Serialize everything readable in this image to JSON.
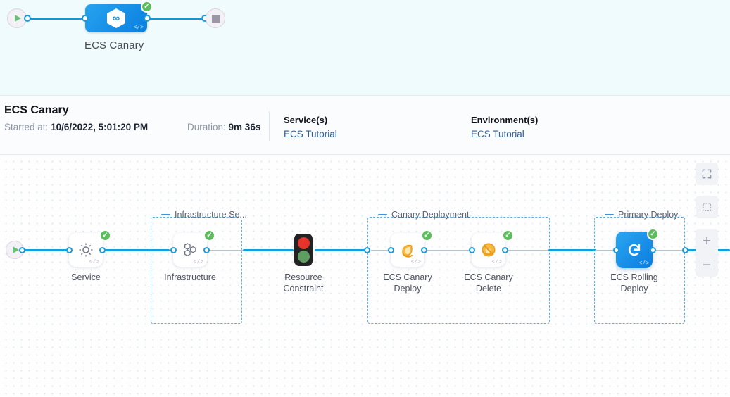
{
  "minimap": {
    "start_icon": "play-icon",
    "end_icon": "stop-icon",
    "node": {
      "label": "ECS Canary",
      "icon": "pipeline-hexagon-icon",
      "status_icon": "success-check-icon",
      "code_badge": "</>"
    }
  },
  "info": {
    "title": "ECS Canary",
    "started_label": "Started at",
    "started_value": "10/6/2022, 5:01:20 PM",
    "duration_label": "Duration",
    "duration_value": "9m 36s",
    "services_label": "Service(s)",
    "services_value": "ECS Tutorial",
    "environments_label": "Environment(s)",
    "environments_value": "ECS Tutorial"
  },
  "canvas": {
    "groups": [
      {
        "label": "Infrastructure Se...",
        "icon": "group-dash-icon"
      },
      {
        "label": "Canary Deployment",
        "icon": "group-dash-icon"
      },
      {
        "label": "Primary Deploy...",
        "icon": "group-dash-icon"
      }
    ],
    "nodes": [
      {
        "label": "Service",
        "icon": "gear-icon",
        "status": "success-check-icon",
        "code_badge": "</>"
      },
      {
        "label": "Infrastructure",
        "icon": "hexagon-cluster-icon",
        "status": "success-check-icon",
        "code_badge": "</>"
      },
      {
        "label": "Resource Constraint",
        "label_l1": "Resource",
        "label_l2": "Constraint",
        "icon": "traffic-light-icon"
      },
      {
        "label": "ECS Canary Deploy",
        "label_l1": "ECS Canary",
        "label_l2": "Deploy",
        "icon": "canary-bird-icon",
        "status": "success-check-icon",
        "code_badge": "</>"
      },
      {
        "label": "ECS Canary Delete",
        "label_l1": "ECS Canary",
        "label_l2": "Delete",
        "icon": "canary-bird-delete-icon",
        "status": "success-check-icon",
        "code_badge": "</>"
      },
      {
        "label": "ECS Rolling Deploy",
        "label_l1": "ECS Rolling",
        "label_l2": "Deploy",
        "icon": "rolling-deploy-icon",
        "status": "success-check-icon",
        "code_badge": "</>",
        "selected": true
      }
    ],
    "tools": [
      {
        "name": "fullscreen-button",
        "icon": "expand-icon"
      },
      {
        "name": "fit-selection-button",
        "icon": "dashed-square-icon"
      },
      {
        "name": "zoom-in-button",
        "icon": "plus-icon",
        "label": "+"
      },
      {
        "name": "zoom-out-button",
        "icon": "minus-icon",
        "label": "−"
      }
    ]
  },
  "colors": {
    "accent_blue": "#0a99d7",
    "node_blue": "#1c8fe5",
    "success_green": "#5dbd5d",
    "group_dash": "#52b4e8",
    "canary_orange": "#f5a623",
    "strip_bg": "#effbfd"
  }
}
